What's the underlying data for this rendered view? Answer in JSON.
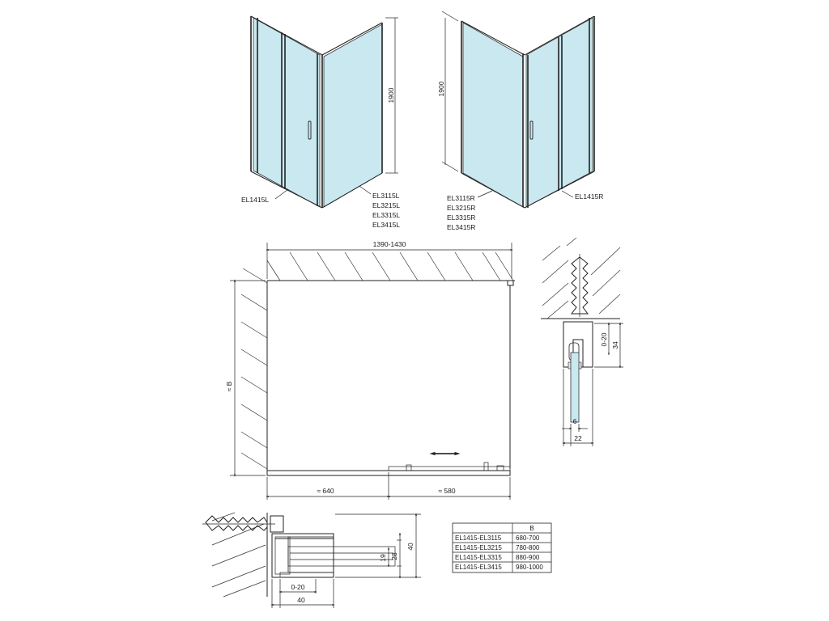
{
  "views": {
    "left_variant": {
      "door_code": "EL1415L",
      "panel_codes": [
        "EL3115L",
        "EL3215L",
        "EL3315L",
        "EL3415L"
      ],
      "height_label": "1900"
    },
    "right_variant": {
      "door_code": "EL1415R",
      "panel_codes": [
        "EL3115R",
        "EL3215R",
        "EL3315R",
        "EL3415R"
      ],
      "height_label": "1900"
    }
  },
  "plan": {
    "width_label": "1390-1430",
    "depth_label": "≈ B",
    "fixed_part_label": "≈ 640",
    "sliding_part_label": "≈ 580",
    "slide_direction_icon": "double-arrow-icon"
  },
  "detail_wall_profile": {
    "adjust_label": "0-20",
    "profile_depth_label": "34",
    "glass_thickness_label": "6",
    "profile_width_label": "22"
  },
  "detail_bottom_profile": {
    "dim_19": "19",
    "dim_28": "28",
    "dim_40_vertical": "40",
    "adjust_label": "0-20",
    "dim_40_horizontal": "40"
  },
  "size_table": {
    "header": [
      "",
      "B"
    ],
    "rows": [
      [
        "EL1415-EL3115",
        "680-700"
      ],
      [
        "EL1415-EL3215",
        "780-800"
      ],
      [
        "EL1415-EL3315",
        "880-900"
      ],
      [
        "EL1415-EL3415",
        "980-1000"
      ]
    ]
  },
  "colors": {
    "glass": "#c9e8ef",
    "line": "#222222",
    "background": "#ffffff"
  }
}
